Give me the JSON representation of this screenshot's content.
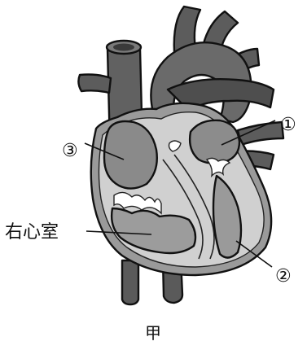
{
  "figure": {
    "labels": {
      "l1": "①",
      "l2": "②",
      "l3": "③",
      "right_ventricle": "右心室"
    },
    "caption": "甲"
  }
}
